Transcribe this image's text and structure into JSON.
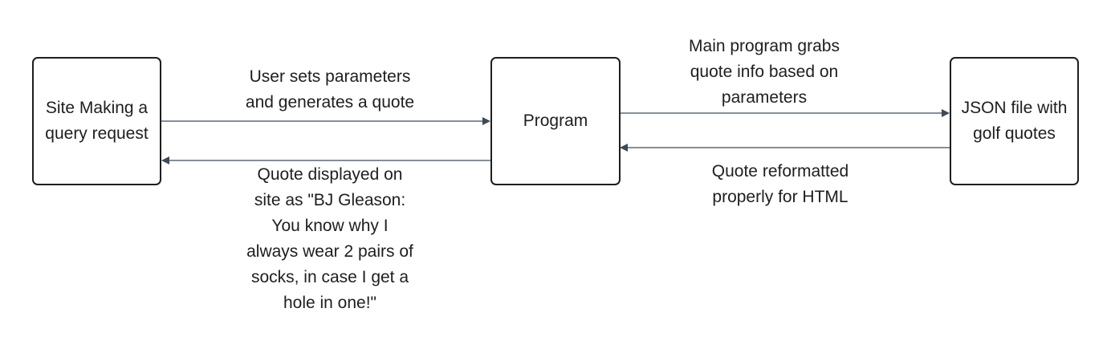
{
  "nodes": {
    "site": "Site Making a\nquery request",
    "program": "Program",
    "json_file": "JSON file with\ngolf quotes"
  },
  "edges": {
    "site_to_program": "User sets parameters\nand generates a quote",
    "program_to_json": "Main program grabs\nquote info based on\nparameters",
    "json_to_program": "Quote reformatted\nproperly for HTML",
    "program_to_site": "Quote displayed on\nsite as \"BJ Gleason:\nYou know why I\nalways wear 2 pairs of\nsocks, in case I get a\nhole in one!\""
  },
  "colors": {
    "stroke": "#1e1e1e",
    "edge": "#3c4a5a"
  }
}
